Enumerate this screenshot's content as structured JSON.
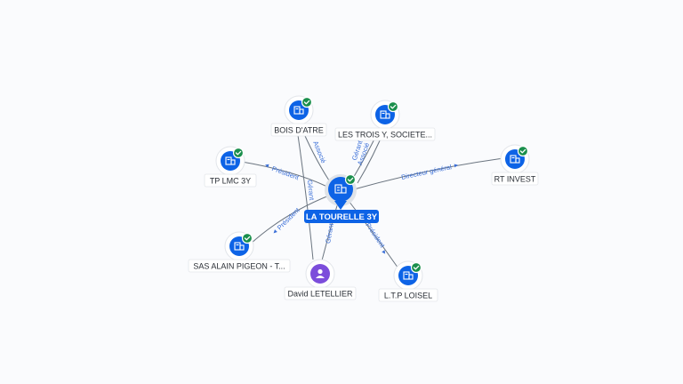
{
  "graph": {
    "center": {
      "label": "LA TOURELLE 3Y",
      "icon": "company-icon",
      "verified": true
    },
    "nodes": [
      {
        "id": "bois",
        "label": "BOIS D'ATRE",
        "type": "company",
        "verified": true
      },
      {
        "id": "trois",
        "label": "LES TROIS Y, SOCIETE...",
        "type": "company",
        "verified": true
      },
      {
        "id": "tplmc",
        "label": "TP LMC 3Y",
        "type": "company",
        "verified": true
      },
      {
        "id": "rt",
        "label": "RT INVEST",
        "type": "company",
        "verified": true
      },
      {
        "id": "sas",
        "label": "SAS ALAIN PIGEON - T...",
        "type": "company",
        "verified": true
      },
      {
        "id": "david",
        "label": "David LETELLIER",
        "type": "person",
        "verified": false
      },
      {
        "id": "ltp",
        "label": "L.T.P LOISEL",
        "type": "company",
        "verified": true
      }
    ],
    "edges": [
      {
        "from": "bois",
        "label": "Associé"
      },
      {
        "from": "trois",
        "label": "Gérant"
      },
      {
        "from": "trois",
        "label": "Associé"
      },
      {
        "from": "tplmc",
        "label": "Président"
      },
      {
        "from": "rt",
        "label": "Directeur général"
      },
      {
        "from": "sas",
        "label": "Président"
      },
      {
        "from": "david",
        "label": "Gérant"
      },
      {
        "from": "ltp",
        "label": "Président"
      },
      {
        "from": "bois",
        "label": "Gérant"
      }
    ],
    "colors": {
      "company": "#0d63e6",
      "person": "#7c4ddb",
      "verified": "#1a8f4c",
      "edge_label": "#3a6fd8"
    }
  }
}
